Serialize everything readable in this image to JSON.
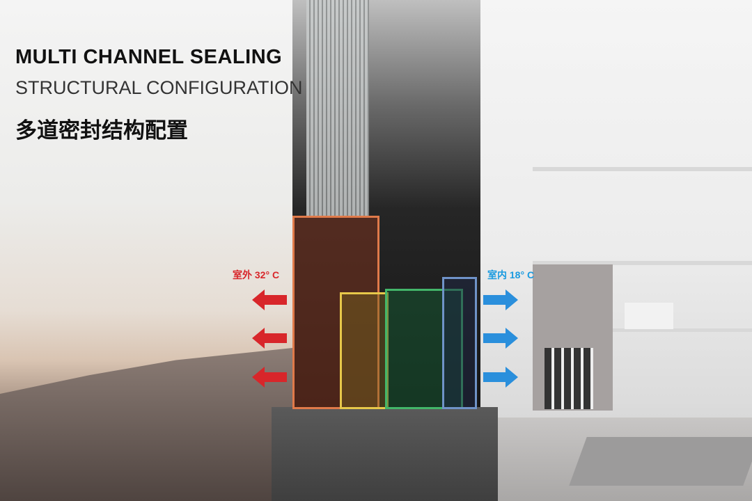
{
  "heading": {
    "line1": "MULTI CHANNEL SEALING",
    "line2": "STRUCTURAL CONFIGURATION",
    "line3": "多道密封结构配置"
  },
  "labels": {
    "outdoor": "室外 32° C",
    "indoor": "室内 18° C"
  },
  "colors": {
    "outdoor": "#d8262a",
    "indoor": "#1b9be0"
  }
}
